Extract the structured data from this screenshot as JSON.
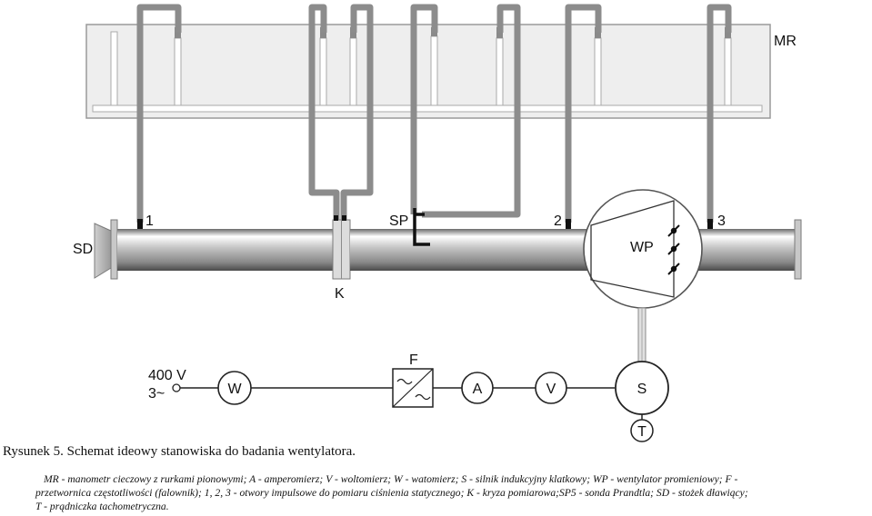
{
  "labels": {
    "mr": "MR",
    "sd": "SD",
    "tap1": "1",
    "tap2": "2",
    "tap3": "3",
    "sp": "SP",
    "k": "K",
    "wp": "WP",
    "f": "F",
    "voltage": "400 V",
    "phase": "3~",
    "w": "W",
    "a": "A",
    "v": "V",
    "s": "S",
    "t": "T"
  },
  "caption": "Rysunek 5. Schemat ideowy stanowiska do badania wentylatora.",
  "legend": {
    "line1": "MR - manometr cieczowy z rurkami pionowymi; A - amperomierz; V - woltomierz; W - watomierz; S - silnik indukcyjny klatkowy; WP - wentylator promieniowy; F -",
    "line2": "przetwornica częstotliwości (falownik); 1, 2, 3 - otwory impulsowe do pomiaru ciśnienia statycznego; K - kryza pomiarowa;SP5 - sonda Prandtla; SD - stożek dławiący;",
    "line3": "T - prądniczka tachometryczna."
  }
}
